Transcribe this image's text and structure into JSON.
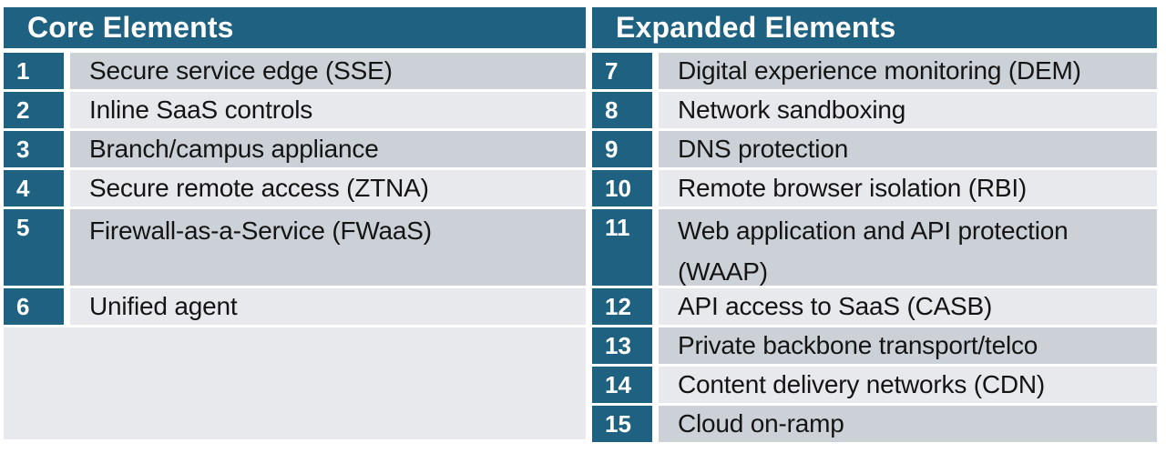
{
  "tables": [
    {
      "title": "Core Elements",
      "rows": [
        {
          "num": "1",
          "label": "Secure service edge (SSE)"
        },
        {
          "num": "2",
          "label": "Inline SaaS controls"
        },
        {
          "num": "3",
          "label": "Branch/campus appliance"
        },
        {
          "num": "4",
          "label": "Secure remote access (ZTNA)"
        },
        {
          "num": "5",
          "label": "Firewall-as-a-Service (FWaaS)",
          "tall": true
        },
        {
          "num": "6",
          "label": "Unified agent"
        }
      ]
    },
    {
      "title": "Expanded Elements",
      "rows": [
        {
          "num": "7",
          "label": "Digital experience monitoring (DEM)"
        },
        {
          "num": "8",
          "label": "Network sandboxing"
        },
        {
          "num": "9",
          "label": "DNS protection"
        },
        {
          "num": "10",
          "label": "Remote browser isolation (RBI)"
        },
        {
          "num": "11",
          "label": "Web application and API protection (WAAP)",
          "tall": true
        },
        {
          "num": "12",
          "label": "API access to SaaS (CASB)"
        },
        {
          "num": "13",
          "label": "Private backbone transport/telco"
        },
        {
          "num": "14",
          "label": "Content delivery networks (CDN)"
        },
        {
          "num": "15",
          "label": "Cloud on-ramp"
        }
      ]
    }
  ],
  "colors": {
    "accent_teal": "#1E6180",
    "row_dark": "#CCD1D8",
    "row_light": "#E7E9ED",
    "header_text": "#FFFFFF",
    "body_text": "#141414",
    "background": "#FFFFFF"
  }
}
